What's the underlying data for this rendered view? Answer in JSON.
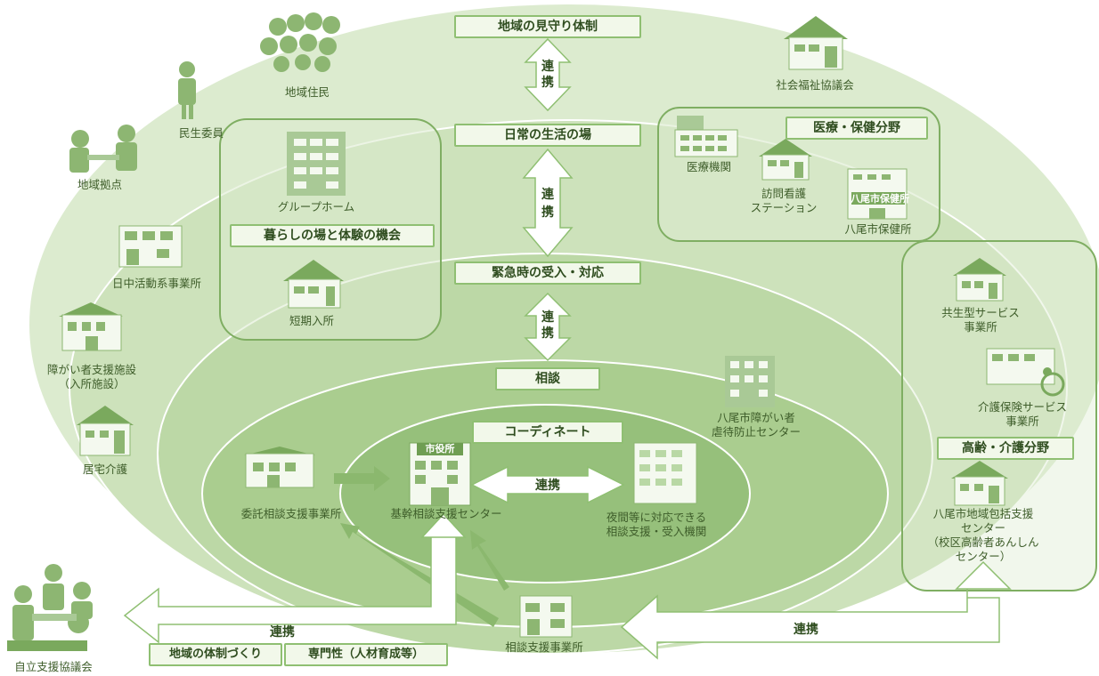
{
  "top": {
    "watch_system": "地域の見守り体制",
    "community_residents": "地域住民",
    "social_welfare_council": "社会福祉協議会"
  },
  "left": {
    "welfare_commissioner": "民生委員",
    "community_base": "地域拠点",
    "day_activity_office": "日中活動系事業所",
    "disability_facility": "障がい者支援施設\n（入所施設）",
    "home_care": "居宅介護"
  },
  "living": {
    "daily_life_place": "日常の生活の場",
    "group_home": "グループホーム",
    "living_experience": "暮らしの場と体験の機会",
    "short_stay": "短期入所"
  },
  "medical": {
    "title": "医療・保健分野",
    "medical_institution": "医療機関",
    "visiting_nursing": "訪問看護\nステーション",
    "health_center": "八尾市保健所",
    "health_center_sign": "八尾市保健所"
  },
  "emergency": "緊急時の受入・対応",
  "consultation": "相談",
  "coordinate": "コーディネート",
  "abuse_center": "八尾市障がい者\n虐待防止センター",
  "consign_office": "委託相談支援事業所",
  "core_center": "基幹相談支援センター",
  "city_hall_sign": "市役所",
  "night_agency": "夜間等に対応できる\n相談支援・受入機関",
  "support_office": "相談支援事業所",
  "elderly": {
    "title": "高齢・介護分野",
    "symbiotic_service": "共生型サービス\n事業所",
    "care_insurance": "介護保険サービス\n事業所",
    "comprehensive_center": "八尾市地域包括支援\nセンター\n（校区高齢者あんしん\nセンター）"
  },
  "bottom": {
    "council": "自立支援協議会",
    "system_building": "地域の体制づくり",
    "expertise": "専門性（人材育成等）"
  },
  "links": {
    "renkei": "連携",
    "ren": "連",
    "kei": "携"
  }
}
